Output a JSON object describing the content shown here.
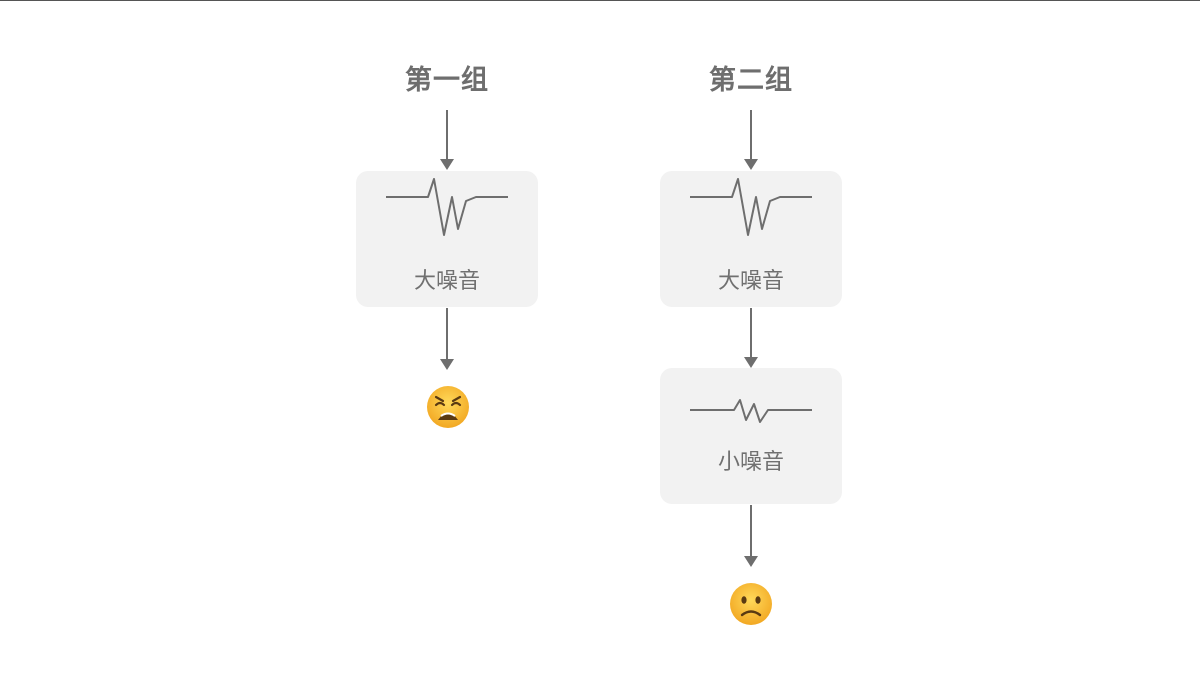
{
  "groups": [
    {
      "title": "第一组",
      "stages": [
        {
          "label": "大噪音",
          "noise_icon": "large-noise-waveform-icon"
        }
      ],
      "outcome_icon": "weary-face-icon"
    },
    {
      "title": "第二组",
      "stages": [
        {
          "label": "大噪音",
          "noise_icon": "large-noise-waveform-icon"
        },
        {
          "label": "小噪音",
          "noise_icon": "small-noise-waveform-icon"
        }
      ],
      "outcome_icon": "slightly-frowning-face-icon"
    }
  ],
  "colors": {
    "box_fill": "#f2f2f2",
    "stroke": "#6e6e6e",
    "label": "#707070",
    "emoji_yellow": "#f7c33a"
  }
}
